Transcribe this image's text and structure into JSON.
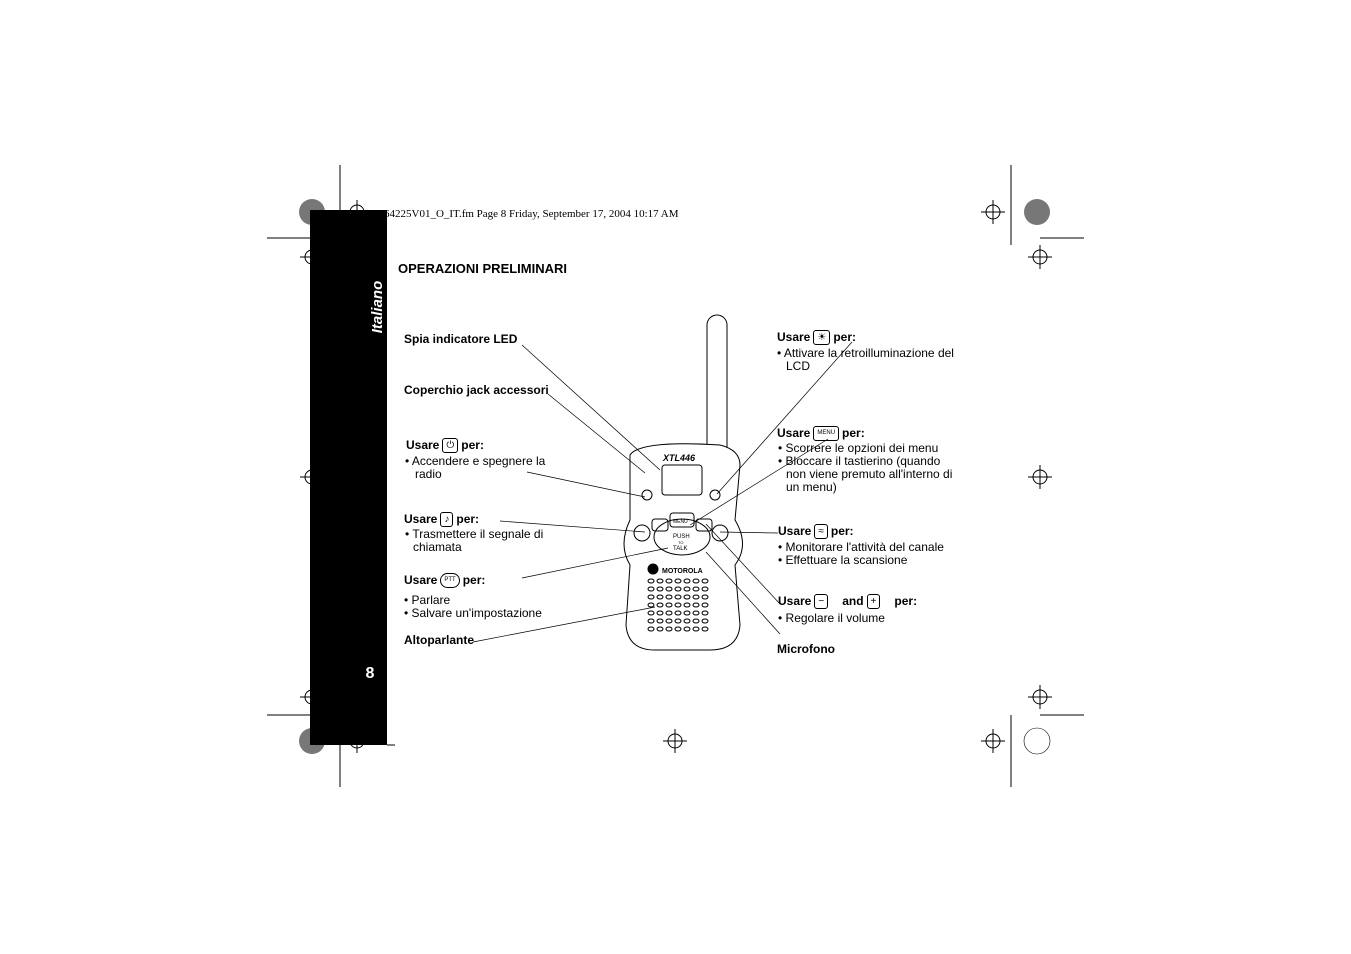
{
  "header": {
    "file_line": "64225V01_O_IT.fm  Page 8  Friday, September 17, 2004  10:17 AM"
  },
  "sidebar": {
    "language": "Italiano",
    "page_number": "8"
  },
  "page": {
    "title": "OPERAZIONI PRELIMINARI"
  },
  "device": {
    "model": "XTL446",
    "brand": "MOTOROLA",
    "ptt_line1": "PUSH",
    "ptt_line2": "TO",
    "ptt_line3": "TALK",
    "menu_label": "MENU"
  },
  "left": {
    "led_label": "Spia indicatore LED",
    "jack_label": "Coperchio jack accessori",
    "power": {
      "use": "Usare",
      "per": "per:",
      "items": [
        "• Accendere e spegnere la",
        "radio"
      ]
    },
    "call": {
      "use": "Usare",
      "per": "per:",
      "items": [
        "• Trasmettere il segnale di",
        "chiamata"
      ]
    },
    "ptt": {
      "use": "Usare",
      "per": "per:",
      "items": [
        "• Parlare",
        "• Salvare un'impostazione"
      ]
    },
    "speaker_label": "Altoparlante"
  },
  "right": {
    "light": {
      "use": "Usare",
      "per": "per:",
      "items": [
        "• Attivare la retroilluminazione del",
        "LCD"
      ]
    },
    "menu": {
      "use": "Usare",
      "per": "per:",
      "items": [
        "• Scorrere le opzioni dei menu",
        "• Bloccare il tastierino (quando",
        "non viene premuto all'interno di",
        "un menu)"
      ]
    },
    "monitor": {
      "use": "Usare",
      "per": "per:",
      "items": [
        "• Monitorare l'attività del canale",
        "• Effettuare la scansione"
      ]
    },
    "volume": {
      "use": "Usare",
      "and": "and",
      "per": "per:",
      "items": [
        "• Regolare il volume"
      ]
    },
    "mic_label": "Microfono"
  }
}
